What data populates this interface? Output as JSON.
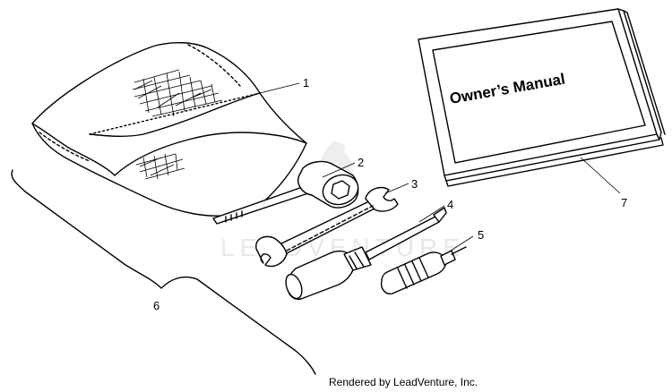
{
  "callouts": {
    "c1": "1",
    "c2": "2",
    "c3": "3",
    "c4": "4",
    "c5": "5",
    "c6": "6",
    "c7": "7"
  },
  "manual_cover_text": "Owner’s Manual",
  "watermark": "LEADVENTURE",
  "credit": "Rendered by LeadVenture, Inc."
}
